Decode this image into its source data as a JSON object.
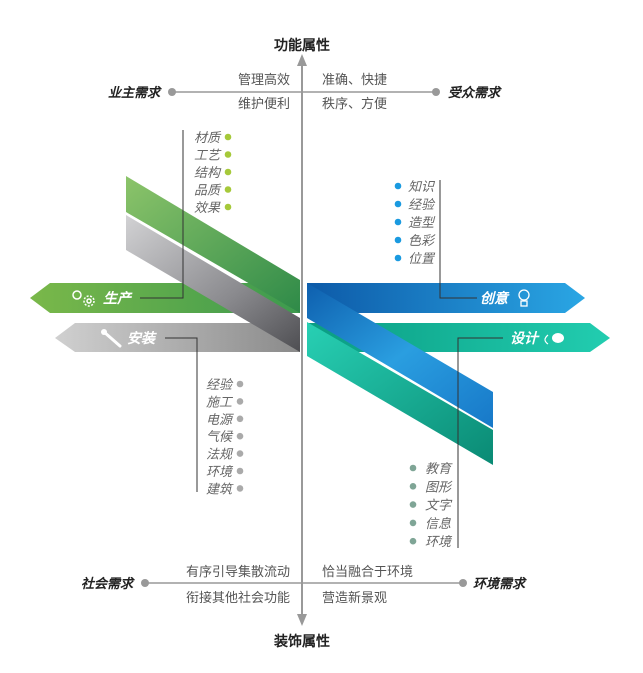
{
  "axes": {
    "top": "功能属性",
    "bottom": "装饰属性",
    "top_left_need": "业主需求",
    "top_right_need": "受众需求",
    "bottom_left_need": "社会需求",
    "bottom_right_need": "环境需求",
    "top_left_texts": [
      "管理高效",
      "维护便利"
    ],
    "top_right_texts": [
      "准确、快捷",
      "秩序、方便"
    ],
    "bottom_left_texts": [
      "有序引导集散流动",
      "衔接其他社会功能"
    ],
    "bottom_right_texts": [
      "恰当融合于环境",
      "营造新景观"
    ]
  },
  "branches": {
    "production": {
      "label": "生产",
      "icon": "gears-icon",
      "color": "#6ab04c",
      "items": [
        "材质",
        "工艺",
        "结构",
        "品质",
        "效果"
      ],
      "dot_color": "#a6c93a"
    },
    "installation": {
      "label": "安装",
      "icon": "wrench-icon",
      "color": "#a9a9a9",
      "items": [
        "经验",
        "施工",
        "电源",
        "气候",
        "法规",
        "环境",
        "建筑"
      ],
      "dot_color": "#aaaaaa"
    },
    "creativity": {
      "label": "创意",
      "icon": "lightbulb-icon",
      "color": "#1e8fd8",
      "items": [
        "知识",
        "经验",
        "造型",
        "色彩",
        "位置"
      ],
      "dot_color": "#1a9ae0"
    },
    "design": {
      "label": "设计",
      "icon": "mouse-icon",
      "color": "#12b89a",
      "items": [
        "教育",
        "图形",
        "文字",
        "信息",
        "环境"
      ],
      "dot_color": "#7fa596"
    }
  }
}
